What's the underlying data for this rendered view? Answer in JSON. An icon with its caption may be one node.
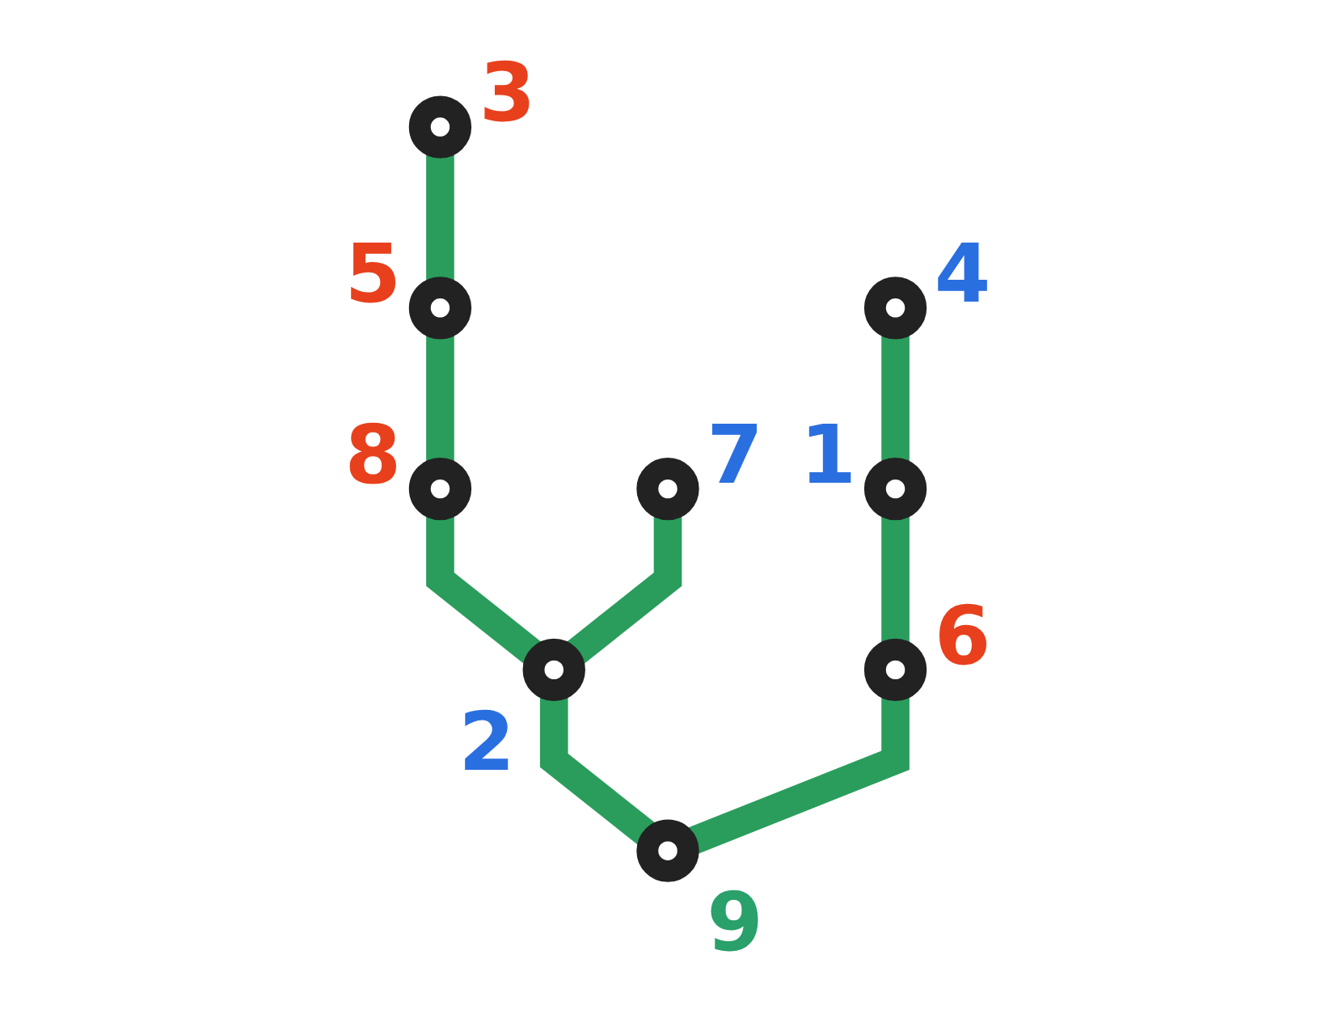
{
  "diagram": {
    "nodes": [
      {
        "text": [],
        "shape": "circle",
        "beside": [
          "3"
        ]
      },
      {
        "text": [],
        "shape": "circle",
        "beside": [
          "5"
        ]
      },
      {
        "text": [],
        "shape": "circle",
        "beside": [
          "4"
        ]
      },
      {
        "text": [],
        "shape": "circle",
        "beside": [
          "8"
        ]
      },
      {
        "text": [],
        "shape": "circle",
        "beside": [
          "1"
        ]
      },
      {
        "text": [],
        "shape": "circle",
        "beside": [
          "7"
        ]
      },
      {
        "text": [],
        "shape": "circle",
        "beside": [
          "2"
        ]
      },
      {
        "text": [],
        "shape": "circle",
        "beside": [
          "6"
        ]
      },
      {
        "text": [],
        "shape": "circle",
        "beside": [
          "9"
        ]
      }
    ],
    "edges": [
      {
        "from": 8,
        "to": 6,
        "arrow": "none"
      },
      {
        "from": 6,
        "to": 3,
        "arrow": "none"
      },
      {
        "from": 3,
        "to": 1,
        "arrow": "none"
      },
      {
        "from": 1,
        "to": 0,
        "arrow": "none"
      },
      {
        "from": 6,
        "to": 5,
        "arrow": "none"
      },
      {
        "from": 8,
        "to": 7,
        "arrow": "none"
      },
      {
        "from": 7,
        "to": 4,
        "arrow": "none"
      },
      {
        "from": 4,
        "to": 2,
        "arrow": "none"
      }
    ]
  }
}
